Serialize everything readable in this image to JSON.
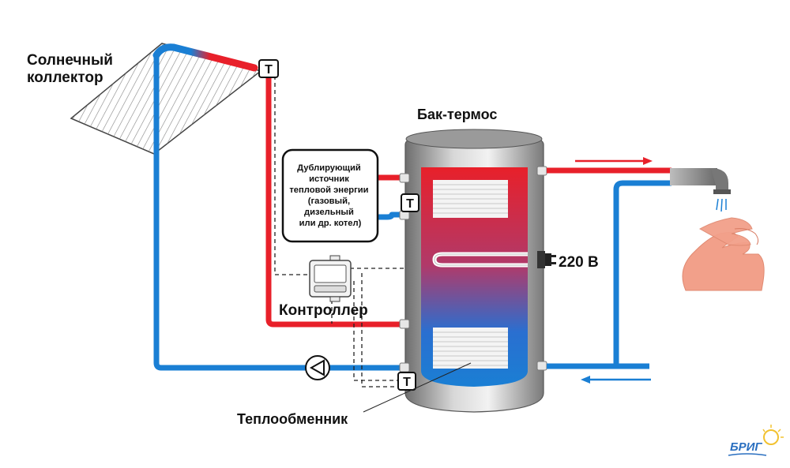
{
  "labels": {
    "collector_line1": "Солнечный",
    "collector_line2": "коллектор",
    "tank": "Бак-термос",
    "controller": "Контроллер",
    "exchanger": "Теплообменник",
    "voltage": "220 В",
    "sensor": "T",
    "backup_lines": [
      "Дублирующий",
      "источник",
      "тепловой энергии",
      "(газовый,",
      "дизельный",
      "или др. котел)"
    ],
    "logo": "БРИГ"
  },
  "colors": {
    "hot": "#e8202a",
    "cold": "#1a7fd4",
    "tank_gray": "#8a8a8a",
    "skin": "#f2a08a"
  }
}
